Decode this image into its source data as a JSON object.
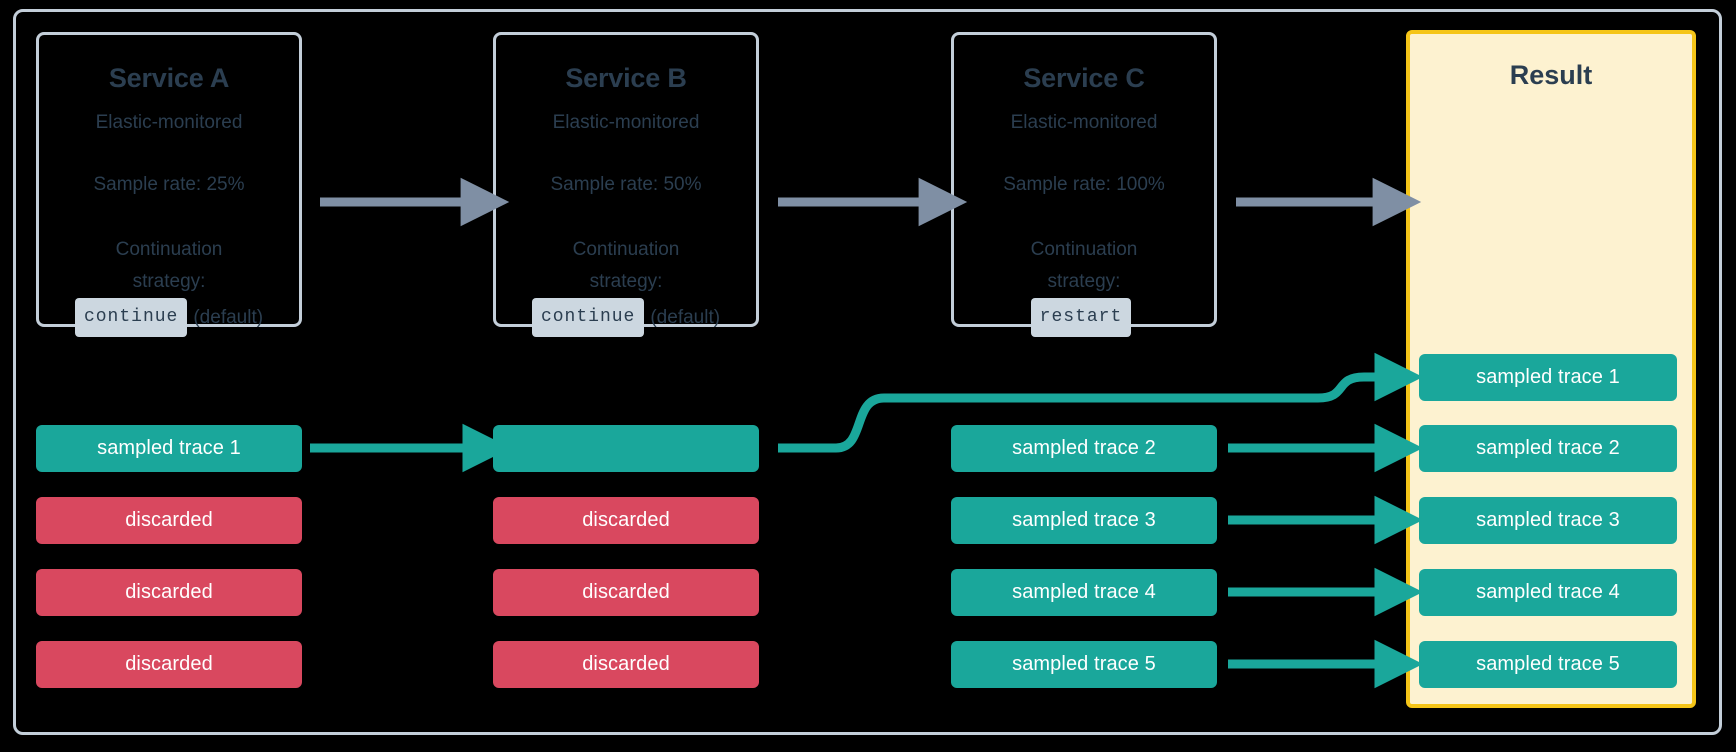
{
  "diagram": {
    "title": "Distributed tracing head-based sampling across services",
    "colors": {
      "sampled": "#1aa79b",
      "discarded": "#d9485f",
      "result_fill": "#fdf2d0",
      "result_border": "#f5c518",
      "box_border": "#c3ced9",
      "text": "#2b3e50",
      "arrow_grey": "#7f8fa4",
      "badge_bg": "#ccd7e0"
    }
  },
  "services": [
    {
      "name": "Service A",
      "subtitle": "Elastic-monitored",
      "sample_rate": "Sample rate: 25%",
      "strategy_label_line1": "Continuation",
      "strategy_label_line2": "strategy:",
      "strategy_value": "continue",
      "strategy_note": "(default)"
    },
    {
      "name": "Service B",
      "subtitle": "Elastic-monitored",
      "sample_rate": "Sample rate: 50%",
      "strategy_label_line1": "Continuation",
      "strategy_label_line2": "strategy:",
      "strategy_value": "continue",
      "strategy_note": "(default)"
    },
    {
      "name": "Service C",
      "subtitle": "Elastic-monitored",
      "sample_rate": "Sample rate: 100%",
      "strategy_label_line1": "Continuation",
      "strategy_label_line2": "strategy:",
      "strategy_value": "restart",
      "strategy_note": ""
    }
  ],
  "result": {
    "title": "Result",
    "traces": [
      "sampled trace 1",
      "sampled trace 2",
      "sampled trace 3",
      "sampled trace 4",
      "sampled trace 5"
    ]
  },
  "columns": {
    "service_a_traces": [
      {
        "label": "sampled trace 1",
        "state": "sampled"
      },
      {
        "label": "discarded",
        "state": "discarded"
      },
      {
        "label": "discarded",
        "state": "discarded"
      },
      {
        "label": "discarded",
        "state": "discarded"
      }
    ],
    "service_b_traces": [
      {
        "label": "",
        "state": "sampled"
      },
      {
        "label": "discarded",
        "state": "discarded"
      },
      {
        "label": "discarded",
        "state": "discarded"
      },
      {
        "label": "discarded",
        "state": "discarded"
      }
    ],
    "service_c_traces": [
      {
        "label": "sampled trace 2",
        "state": "sampled"
      },
      {
        "label": "sampled trace 3",
        "state": "sampled"
      },
      {
        "label": "sampled trace 4",
        "state": "sampled"
      },
      {
        "label": "sampled trace 5",
        "state": "sampled"
      }
    ]
  }
}
